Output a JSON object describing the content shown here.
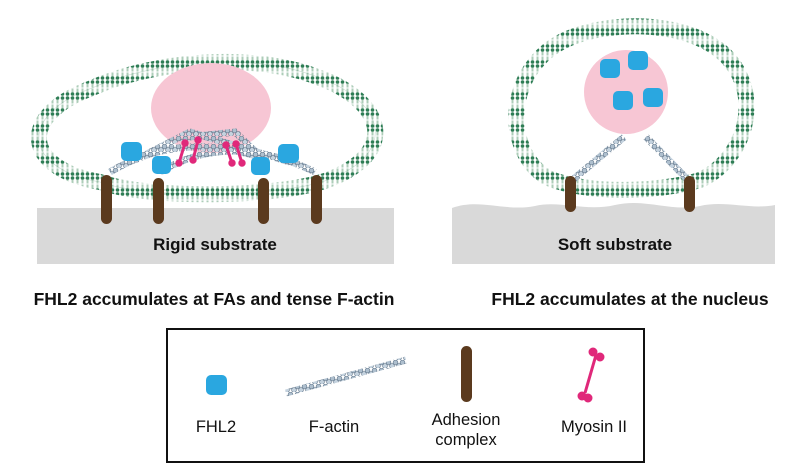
{
  "panels": {
    "left": {
      "substrate_label": "Rigid substrate",
      "caption": "FHL2 accumulates at FAs and tense F-actin"
    },
    "right": {
      "substrate_label": "Soft substrate",
      "caption": "FHL2 accumulates at the nucleus"
    }
  },
  "legend": {
    "fhl2": "FHL2",
    "factin": "F-actin",
    "adhesion_line1": "Adhesion",
    "adhesion_line2": "complex",
    "myosin": "Myosin II"
  },
  "colors": {
    "fhl2": "#2aa7e0",
    "nucleus": "#f7c6d4",
    "membrane_head": "#2e7d55",
    "adhesion": "#5b3a1e",
    "myosin": "#e0287a",
    "substrate": "#d9d9d9",
    "factin": "#7d93a8"
  }
}
